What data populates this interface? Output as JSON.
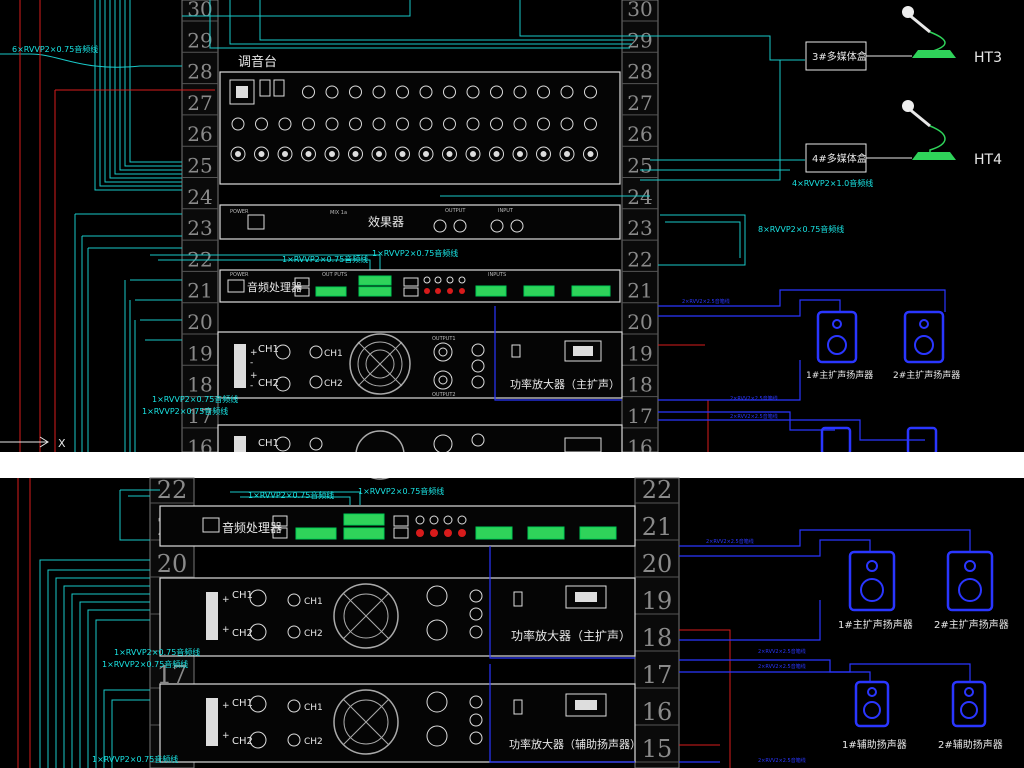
{
  "rack_units_top": [
    "30",
    "29",
    "28",
    "27",
    "26",
    "25",
    "24",
    "23",
    "22",
    "21",
    "20",
    "19",
    "18",
    "17",
    "16"
  ],
  "rack_units_bottom": [
    "22",
    "21",
    "20",
    "19",
    "18",
    "17",
    "16",
    "15"
  ],
  "top": {
    "cable_6": "6×RVVP2×0.75音频线",
    "mixer_label": "调音台",
    "effects_label": "效果器",
    "effects_small": [
      "POWER",
      "MIX 1a",
      "OUTPUT",
      "INPUT"
    ],
    "dsp_label": "音频处理器",
    "dsp_small": [
      "POWER",
      "OUT PUTS",
      "INPUTS"
    ],
    "cable_dsp_a": "1×RVVP2×0.75音频线",
    "cable_dsp_b": "1×RVVP2×0.75音频线",
    "amp_label": "功率放大器（主扩声）",
    "ch1": "CH1",
    "ch2": "CH2",
    "output1": "OUTPUT1",
    "output2": "OUTPUT2",
    "cable_amp_a": "1×RVVP2×0.75音频线",
    "cable_amp_b": "1×RVVP2×0.75音频线",
    "media3": "3#多媒体盒",
    "media4": "4#多媒体盒",
    "ht3": "HT3",
    "ht4": "HT4",
    "cable_4": "4×RVVP2×1.0音频线",
    "cable_8": "8×RVVP2×0.75音频线",
    "speaker_cable": "2×RVV2×2.5音箱线",
    "spk1": "1#主扩声扬声器",
    "spk2": "2#主扩声扬声器",
    "x_mark": "X"
  },
  "bottom": {
    "dsp_label": "音频处理器",
    "cable_dsp_a": "1×RVVP2×0.75音频线",
    "cable_dsp_b": "1×RVVP2×0.75音频线",
    "amp1_label": "功率放大器（主扩声）",
    "amp2_label": "功率放大器（辅助扬声器）",
    "ch1": "CH1",
    "ch2": "CH2",
    "cable_amp_a": "1×RVVP2×0.75音频线",
    "cable_amp_b": "1×RVVP2×0.75音频线",
    "cable_amp2": "1×RVVP2×0.75音频线",
    "speaker_cable": "2×RVV2×2.5音箱线",
    "spk1": "1#主扩声扬声器",
    "spk2": "2#主扩声扬声器",
    "aux1": "1#辅助扬声器",
    "aux2": "2#辅助扬声器"
  },
  "colors": {
    "cyan": "#19e3e3",
    "teal": "#1fa8a8",
    "blue": "#2a36ff",
    "red": "#d81b1b",
    "white": "#e8e8e8",
    "grey": "#8a8a8a",
    "green": "#2fd35a"
  }
}
